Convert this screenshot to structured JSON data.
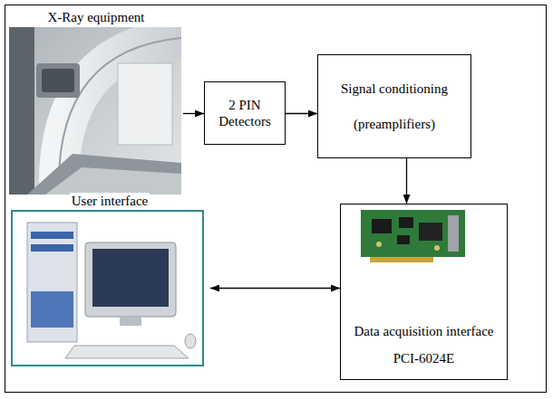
{
  "diagram": {
    "nodes": [
      {
        "text": [
          "X-Ray equipment"
        ]
      },
      {
        "text": [
          "2 PIN Detectors"
        ]
      },
      {
        "text": [
          "Signal conditioning",
          "(preamplifiers)"
        ]
      },
      {
        "text": [
          "User interface"
        ]
      },
      {
        "text": [
          "Data acquisition interface",
          "PCI-6024E"
        ]
      }
    ],
    "edges": [
      {
        "from": 0,
        "to": 1,
        "arrow": "to"
      },
      {
        "from": 1,
        "to": 2,
        "arrow": "to"
      },
      {
        "from": 2,
        "to": 4,
        "arrow": "to"
      },
      {
        "from": 3,
        "to": 4,
        "arrow": "both"
      }
    ]
  }
}
